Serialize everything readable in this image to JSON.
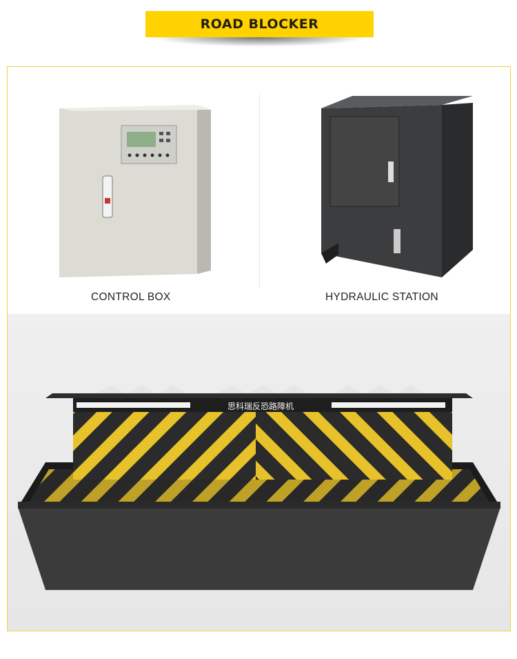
{
  "header": {
    "title": "ROAD BLOCKER",
    "accent": "#ffd200"
  },
  "products": [
    {
      "label": "CONTROL BOX",
      "icon": "control-box-image"
    },
    {
      "label": "HYDRAULIC STATION",
      "icon": "hydraulic-station-image"
    }
  ],
  "blocker": {
    "plate_text": "思科瑞反恐路障机",
    "icon": "road-blocker-image",
    "stripe_color": "#e8c22a"
  }
}
